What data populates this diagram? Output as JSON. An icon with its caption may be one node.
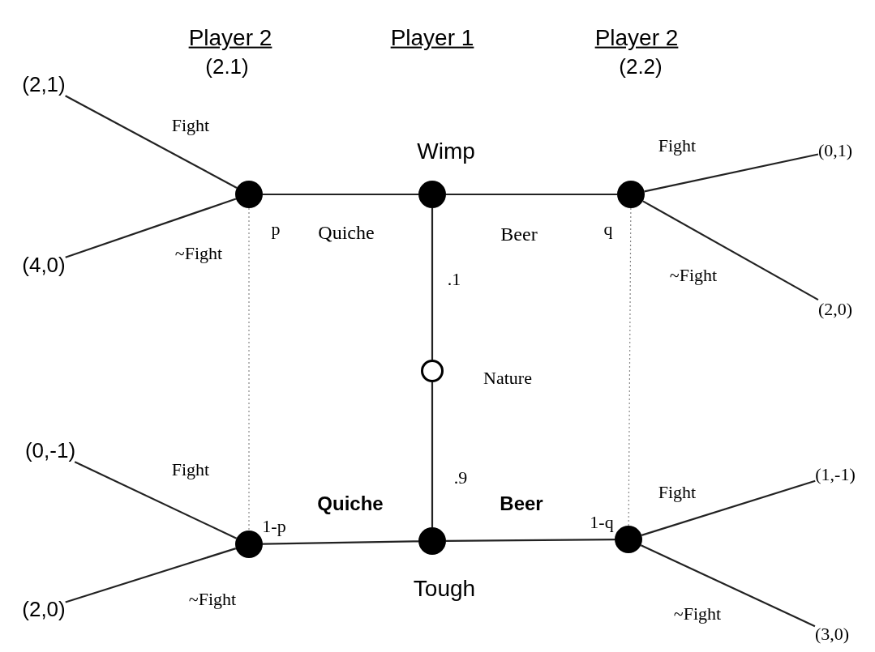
{
  "diagram": {
    "nodes": [
      {
        "text": [
          "(2,1)"
        ]
      },
      {
        "text": [],
        "shape": "circle",
        "beside": [
          "p"
        ]
      },
      {
        "text": [],
        "shape": "circle",
        "beside": [
          "Wimp"
        ]
      },
      {
        "text": [],
        "shape": "circle",
        "beside": [
          "q"
        ]
      },
      {
        "text": [
          "(0,1)"
        ]
      },
      {
        "text": [
          "(4,0)"
        ]
      },
      {
        "text": [
          "(2,0)"
        ]
      },
      {
        "text": [],
        "shape": "circle",
        "beside": [
          "Nature"
        ]
      },
      {
        "text": [
          "(0,-1)"
        ]
      },
      {
        "text": [
          "(1,-1)"
        ]
      },
      {
        "text": [],
        "shape": "circle",
        "beside": [
          "1-p"
        ]
      },
      {
        "text": [],
        "shape": "circle",
        "beside": [
          "Tough"
        ]
      },
      {
        "text": [],
        "shape": "circle",
        "beside": [
          "1-q"
        ]
      },
      {
        "text": [
          "(2,0)"
        ]
      },
      {
        "text": [
          "(3,0)"
        ]
      }
    ],
    "edges": [
      {
        "from": 7,
        "to": 2,
        "arrow": "none",
        "label": ".1"
      },
      {
        "from": 7,
        "to": 11,
        "arrow": "none",
        "label": ".9"
      },
      {
        "from": 2,
        "to": 1,
        "arrow": "none",
        "label": "Quiche"
      },
      {
        "from": 2,
        "to": 3,
        "arrow": "none",
        "label": "Beer"
      },
      {
        "from": 11,
        "to": 10,
        "arrow": "none",
        "label": "Quiche"
      },
      {
        "from": 11,
        "to": 12,
        "arrow": "none",
        "label": "Beer"
      },
      {
        "from": 1,
        "to": 0,
        "arrow": "none",
        "label": "Fight"
      },
      {
        "from": 1,
        "to": 5,
        "arrow": "none",
        "label": "~Fight"
      },
      {
        "from": 3,
        "to": 4,
        "arrow": "none",
        "label": "Fight"
      },
      {
        "from": 3,
        "to": 6,
        "arrow": "none",
        "label": "~Fight"
      },
      {
        "from": 10,
        "to": 8,
        "arrow": "none",
        "label": "Fight"
      },
      {
        "from": 10,
        "to": 13,
        "arrow": "none",
        "label": "~Fight"
      },
      {
        "from": 12,
        "to": 9,
        "arrow": "none",
        "label": "Fight"
      },
      {
        "from": 12,
        "to": 14,
        "arrow": "none",
        "label": "~Fight"
      },
      {
        "from": 1,
        "to": 10,
        "arrow": "none",
        "style": "dashed",
        "color": "#888888"
      },
      {
        "from": 3,
        "to": 12,
        "arrow": "none",
        "style": "dashed",
        "color": "#888888"
      }
    ],
    "labels": [
      "Player 2",
      "Player 1",
      "Player 2",
      "(2.1)",
      "(2.2)"
    ]
  }
}
